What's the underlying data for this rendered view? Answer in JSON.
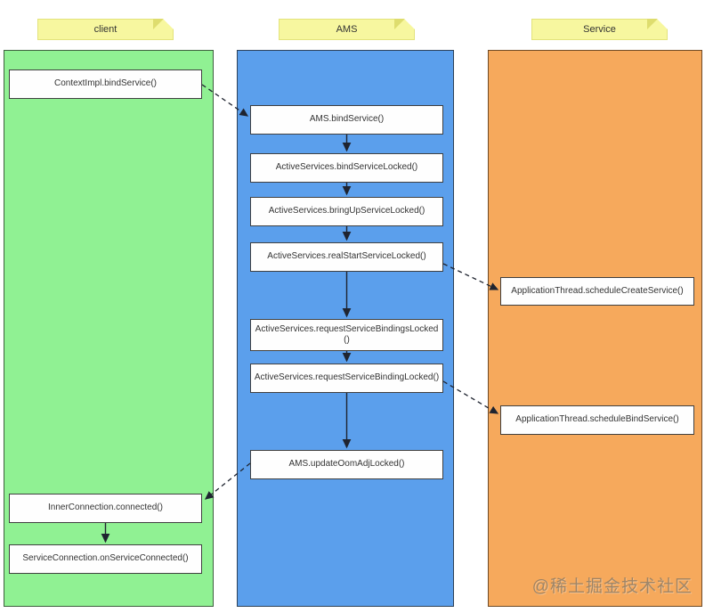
{
  "page": {
    "watermark": "@稀土掘金技术社区",
    "background_color": "#ffffff"
  },
  "lanes": {
    "client": {
      "label": "client",
      "fill": "#90f193",
      "border": "#3e5f3e"
    },
    "ams": {
      "label": "AMS",
      "fill": "#5b9fec",
      "border": "#2e4258"
    },
    "service": {
      "label": "Service",
      "fill": "#f6a95c",
      "border": "#6e4a26"
    }
  },
  "note_style": {
    "fill": "#f7f79f",
    "fold": "#dedd6e"
  },
  "nodes": {
    "context_bind_service": "ContextImpl.bindService()",
    "ams_bind_service": "AMS.bindService()",
    "bind_service_locked": "ActiveServices.bindServiceLocked()",
    "bring_up_service_locked": "ActiveServices.bringUpServiceLocked()",
    "real_start_service_locked": "ActiveServices.realStartServiceLocked()",
    "request_service_bindings_locked": "ActiveServices.requestServiceBindingsLocked()",
    "request_service_binding_locked": "ActiveServices.requestServiceBindingLocked()",
    "update_oom_adj_locked": "AMS.updateOomAdjLocked()",
    "schedule_create_service": "ApplicationThread.scheduleCreateService()",
    "schedule_bind_service": "ApplicationThread.scheduleBindService()",
    "inner_connection_connected": "InnerConnection.connected()",
    "on_service_connected": "ServiceConnection.onServiceConnected()"
  },
  "arrows": {
    "color": "#1f2430",
    "solid": [
      "AMS.bindService() -> ActiveServices.bindServiceLocked()",
      "ActiveServices.bindServiceLocked() -> ActiveServices.bringUpServiceLocked()",
      "ActiveServices.bringUpServiceLocked() -> ActiveServices.realStartServiceLocked()",
      "ActiveServices.realStartServiceLocked() -> ActiveServices.requestServiceBindingsLocked()",
      "ActiveServices.requestServiceBindingsLocked() -> ActiveServices.requestServiceBindingLocked()",
      "ActiveServices.requestServiceBindingLocked() -> AMS.updateOomAdjLocked()",
      "InnerConnection.connected() -> ServiceConnection.onServiceConnected()"
    ],
    "dashed": [
      "ContextImpl.bindService() -> AMS.bindService()",
      "ActiveServices.realStartServiceLocked() -> ApplicationThread.scheduleCreateService()",
      "ActiveServices.requestServiceBindingLocked() -> ApplicationThread.scheduleBindService()",
      "AMS.updateOomAdjLocked() -> InnerConnection.connected()"
    ]
  }
}
